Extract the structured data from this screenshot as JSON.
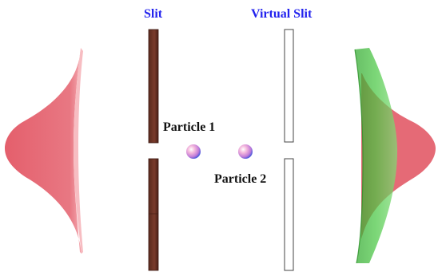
{
  "labels": {
    "slit": "Slit",
    "virtual_slit": "Virtual Slit",
    "particle_1": "Particle 1",
    "particle_2": "Particle 2"
  },
  "colors": {
    "label_blue": "#2222ee",
    "label_black": "#111111",
    "slit_fill": "#6e3426",
    "slit_edge": "#3d1a12",
    "virtual_slit_stroke": "#444444",
    "wave_red": "#e0505e",
    "wave_red_light": "#f4a0a8",
    "wave_green": "#3fc23a",
    "particle_pink": "#f2a6cf",
    "particle_blue": "#4a63e0"
  }
}
